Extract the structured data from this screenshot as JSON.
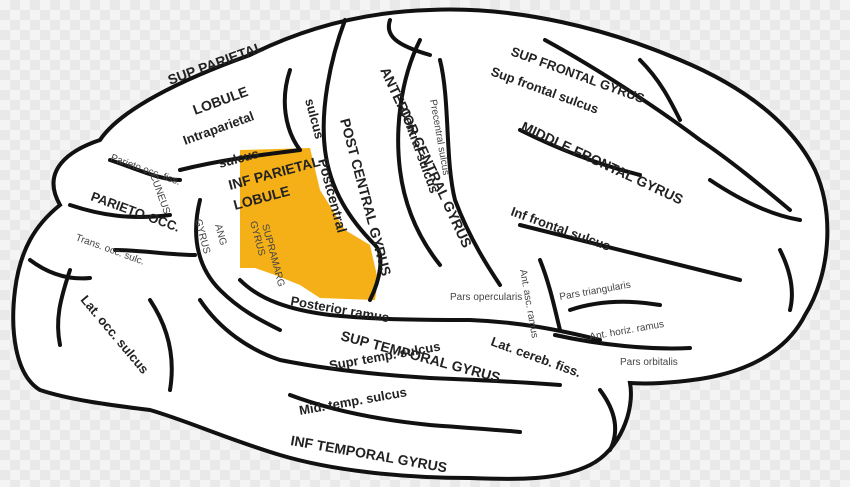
{
  "colors": {
    "highlight": "#f5b017",
    "outline": "#111111",
    "brain": "#ffffff"
  },
  "labels": {
    "sup_parietal": "SUP PARIETAL",
    "lobule1": "LOBULE",
    "intraparietal": "Intraparietal",
    "sulcus1": "sulcus",
    "inf_parietal": "INF PARIETAL",
    "lobule2": "LOBULE",
    "supramarg": "SUPRAMARG",
    "gyrus_sm": "GYRUS",
    "ang": "ANG",
    "gyrus_ang": "GYRUS",
    "postcentral": "Postcentral",
    "sulcus_post": "sulcus",
    "post_central_gyrus": "POST CENTRAL GYRUS",
    "anterior_central_gyrus": "ANTERIOR CENTRAL GYRUS",
    "central_sulcus": "Central sulcus",
    "precentral_sulcus": "Precentral sulcus",
    "sup_frontal_gyrus": "SUP FRONTAL GYRUS",
    "sup_frontal_sulcus": "Sup frontal sulcus",
    "middle_frontal": "MIDDLE FRONTAL GYRUS",
    "inf_frontal_sulcus": "Inf frontal sulcus",
    "pars_opercularis": "Pars opercularis",
    "pars_triangularis": "Pars triangularis",
    "pars_orbitalis": "Pars orbitalis",
    "ant_asc_ramus": "Ant. asc. ramus",
    "ant_horiz_ramus": "Ant. horiz. ramus",
    "parieto_occ_fiss": "Parieto occ. fiss.",
    "cuneus": "CUNEUS",
    "parieto_occ": "PARIETO-OCC.",
    "trans_occ_sulc": "Trans. occ. sulc.",
    "lat_occ_sulcus": "Lat. occ. sulcus",
    "posterior_ramus": "Posterior ramus",
    "lat_cereb_fiss": "Lat. cereb. fiss.",
    "sup_temporal_gyrus": "SUP TEMPORAL GYRUS",
    "sup_temp_sulcus": "Supr temp. sulcus",
    "mid_temp_sulcus": "Mid. temp. sulcus",
    "inf_temporal_gyrus": "INF TEMPORAL GYRUS"
  }
}
